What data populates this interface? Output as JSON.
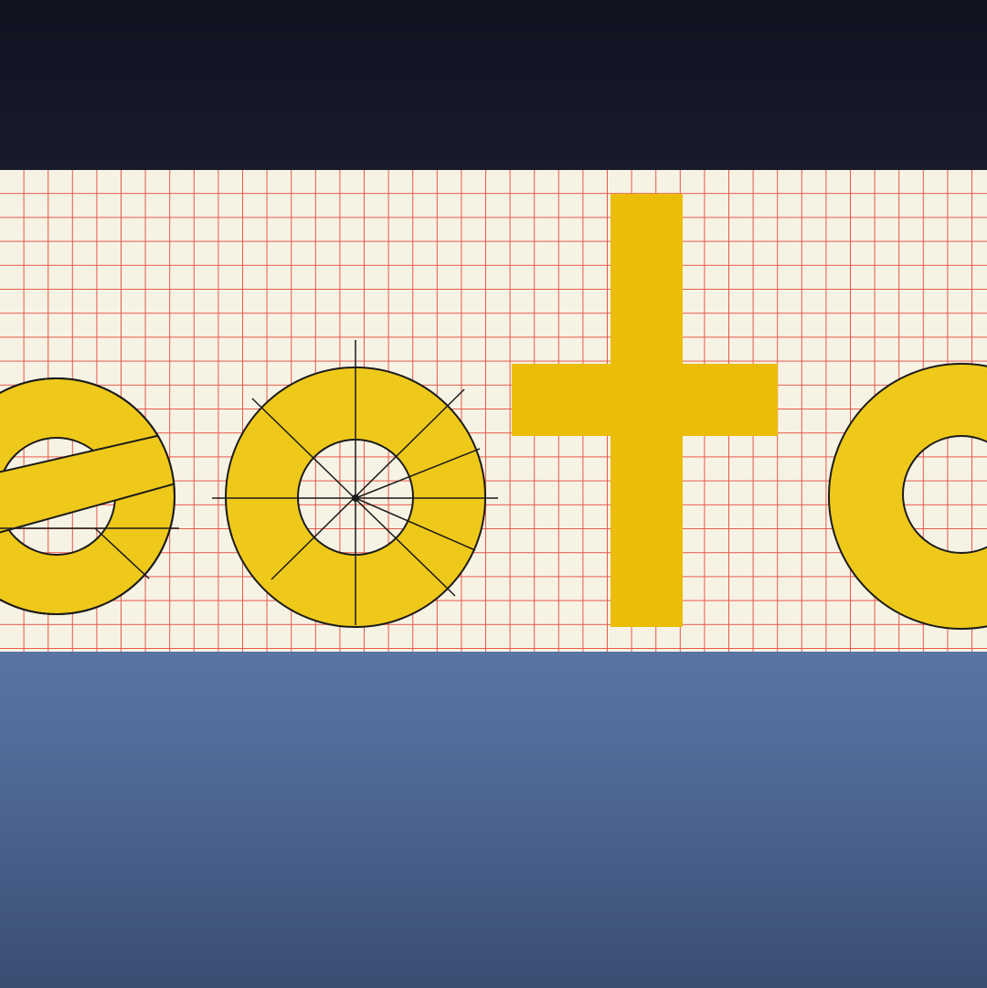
{
  "colors": {
    "bezel": "#121522",
    "grid_background": "#f6f3e4",
    "grid_line": "#e8584b",
    "shape_fill": "#efc91a",
    "cross_fill": "#ebbd09",
    "outline": "#1b1b1b",
    "desktop": "#4f6894"
  },
  "shapes": [
    {
      "kind": "ring-with-band-and-cut",
      "icon": "letter-e-glyph"
    },
    {
      "kind": "ring-with-radial-lines",
      "icon": "letter-o-glyph"
    },
    {
      "kind": "plus-cross",
      "icon": "plus-glyph"
    },
    {
      "kind": "ring-partial",
      "icon": "letter-c-glyph"
    }
  ]
}
